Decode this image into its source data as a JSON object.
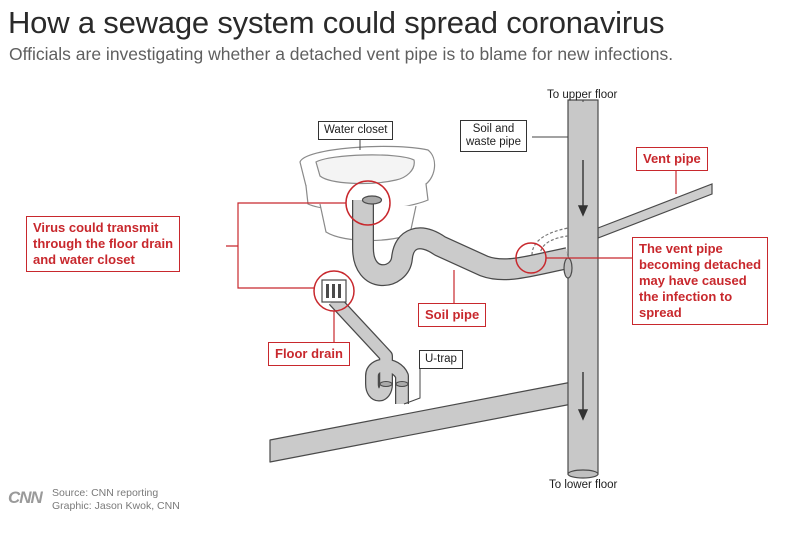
{
  "header": {
    "title": "How a sewage system could spread coronavirus",
    "subtitle": "Officials are investigating whether a detached vent pipe is to blame for new infections."
  },
  "labels": {
    "to_upper_floor": "To upper floor",
    "to_lower_floor": "To lower floor",
    "water_closet": "Water closet",
    "soil_waste_line1": "Soil and",
    "soil_waste_line2": "waste pipe",
    "u_trap": "U-trap"
  },
  "callouts": {
    "virus_line1": "Virus could transmit",
    "virus_line2": "through the floor drain",
    "virus_line3": "and water closet",
    "vent_pipe": "Vent pipe",
    "detached_line1": "The vent pipe",
    "detached_line2": "becoming detached",
    "detached_line3": "may have caused",
    "detached_line4": "the infection to",
    "detached_line5": "spread",
    "soil_pipe": "Soil pipe",
    "floor_drain": "Floor drain"
  },
  "footer": {
    "logo": "CNN",
    "source": "Source: CNN reporting",
    "graphic": "Graphic: Jason Kwok, CNN"
  },
  "colors": {
    "accent_red": "#c8282d",
    "pipe_fill": "#c9c9c9",
    "pipe_stroke": "#4a4a4a"
  }
}
